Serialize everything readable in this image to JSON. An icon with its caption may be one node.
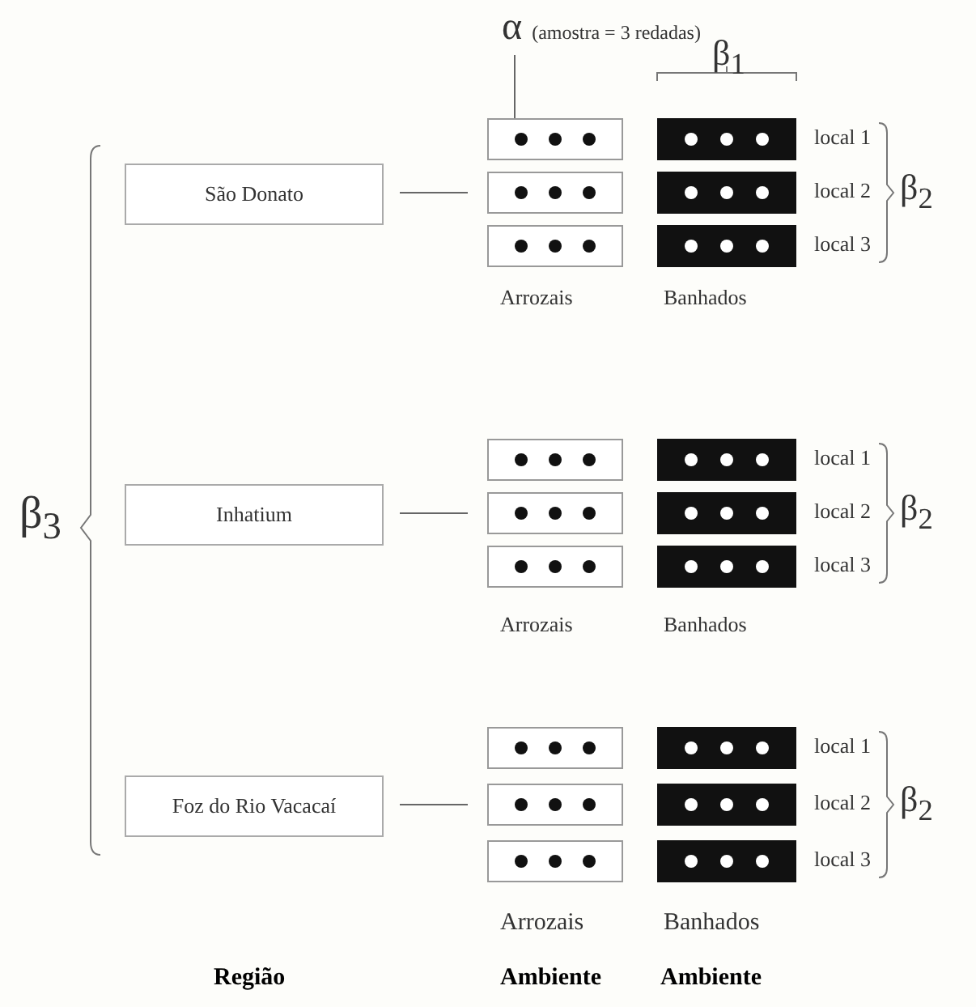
{
  "diagram": {
    "nodes": [
      {
        "text": [
          "α",
          "(amostra = 3 redadas)"
        ]
      },
      {
        "text": [
          "São Donato"
        ]
      },
      {
        "text": [],
        "shape": "box"
      },
      {
        "text": [],
        "shape": "box"
      },
      {
        "text": [],
        "shape": "box"
      },
      {
        "text": [],
        "shape": "box"
      },
      {
        "text": [],
        "shape": "box"
      },
      {
        "text": [],
        "shape": "box"
      },
      {
        "text": [
          "Inhatium"
        ]
      },
      {
        "text": [],
        "shape": "box"
      },
      {
        "text": [],
        "shape": "box"
      },
      {
        "text": [],
        "shape": "box"
      },
      {
        "text": [],
        "shape": "box"
      },
      {
        "text": [],
        "shape": "box"
      },
      {
        "text": [],
        "shape": "box"
      },
      {
        "text": [
          "Foz do Rio Vacacaí"
        ]
      },
      {
        "text": [],
        "shape": "box"
      },
      {
        "text": [],
        "shape": "box"
      },
      {
        "text": [],
        "shape": "box"
      },
      {
        "text": [],
        "shape": "box"
      },
      {
        "text": [],
        "shape": "box"
      },
      {
        "text": [],
        "shape": "box"
      }
    ],
    "edges": [
      {
        "from": 0,
        "to": 2,
        "arrow": "none"
      },
      {
        "from": 1,
        "to": 4,
        "arrow": "none"
      },
      {
        "from": 8,
        "to": 11,
        "arrow": "none"
      },
      {
        "from": 15,
        "to": 18,
        "arrow": "none"
      }
    ],
    "labels": [
      "β$_{1}$",
      "local 1",
      "local 2",
      "local 3",
      "β$_{2}$",
      "Arrozais",
      "Banhados",
      "β$_{3}$",
      "local 1",
      "local 2",
      "local 3",
      "β$_{2}$",
      "Arrozais",
      "Banhados",
      "local 1",
      "local 2",
      "local 3",
      "β$_{2}$",
      "Arrozais",
      "Banhados",
      "Região",
      "Ambiente",
      "Ambiente"
    ]
  }
}
